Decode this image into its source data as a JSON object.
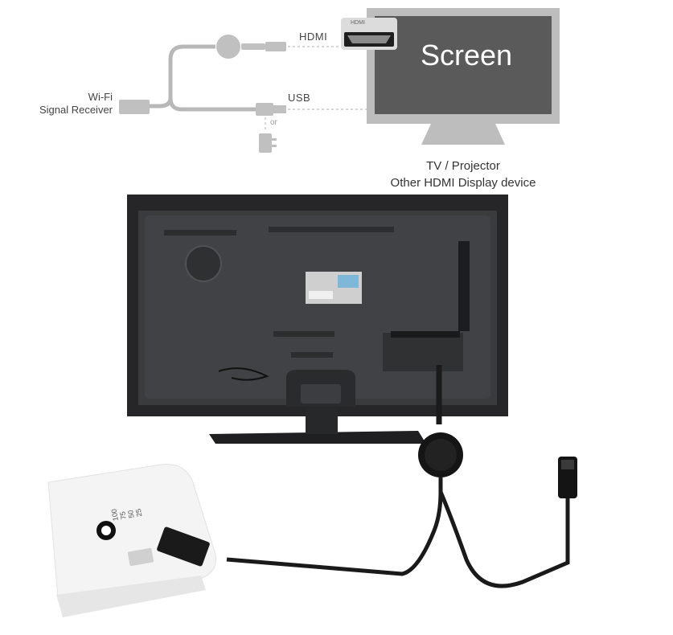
{
  "diagram": {
    "screen_text": "Screen",
    "hdmi_label": "HDMI",
    "usb_label": "USB",
    "or_label": "or",
    "wifi_label_line1": "Wi-Fi",
    "wifi_label_line2": "Signal Receiver",
    "tv_label_line1": "TV / Projector",
    "tv_label_line2": "Other HDMI Display device",
    "hdmi_port_text": "HDMI"
  },
  "photo": {
    "power_bank_labels": [
      "100",
      "75",
      "50",
      "25"
    ]
  },
  "colors": {
    "diagram_gray": "#b4b4b4",
    "screen_fill": "#5a5a5a",
    "screen_bezel": "#bcbcbc",
    "tv_back": "#2e2e30",
    "cable": "#1a1a1a"
  }
}
